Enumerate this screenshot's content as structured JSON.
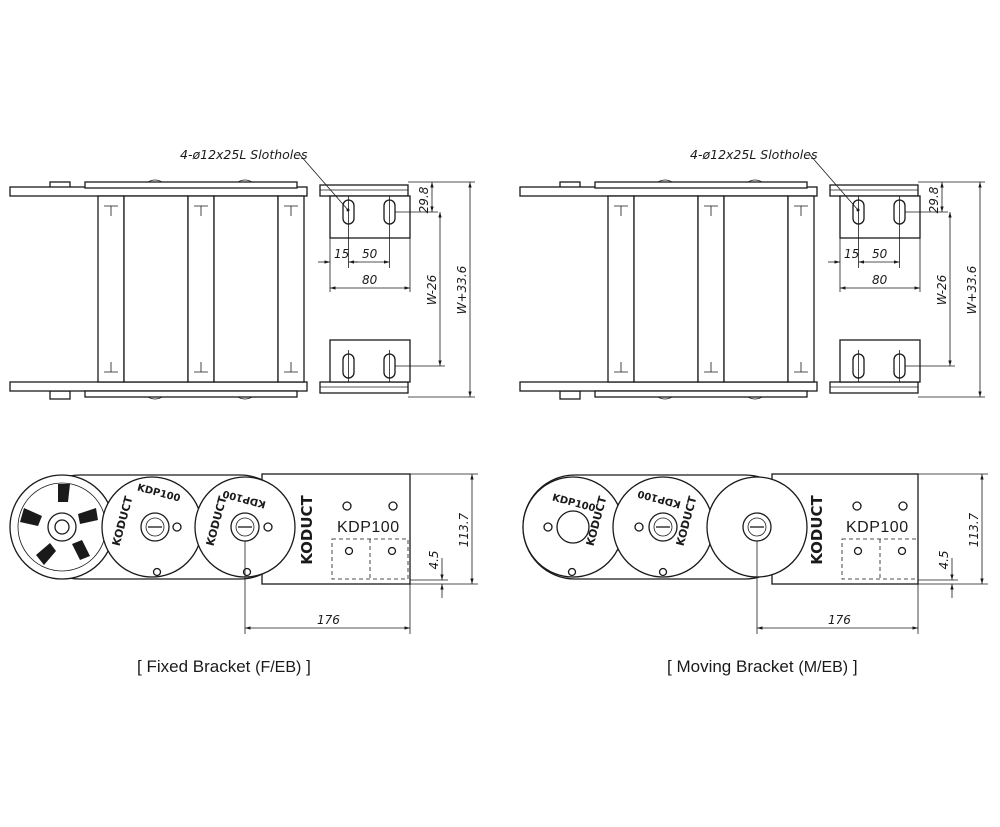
{
  "captions": {
    "fixed": {
      "open": "[ ",
      "name": "Fixed Bracket",
      "code": "(F/EB)",
      "close": " ]"
    },
    "moving": {
      "open": "[ ",
      "name": "Moving Bracket",
      "code": "(M/EB)",
      "close": " ]"
    }
  },
  "annotations": {
    "slotholes": "4-ø12x25L Slotholes",
    "dim_29_8": "29.8",
    "dim_15": "15",
    "dim_50": "50",
    "dim_80": "80",
    "dim_w_minus_26": "W-26",
    "dim_w_plus_33_6": "W+33.6",
    "dim_113_7": "113.7",
    "dim_4_5": "4.5",
    "dim_176": "176"
  },
  "product": {
    "model": "KDP100",
    "brand": "KODUCT",
    "link_mark": "KDP100"
  }
}
